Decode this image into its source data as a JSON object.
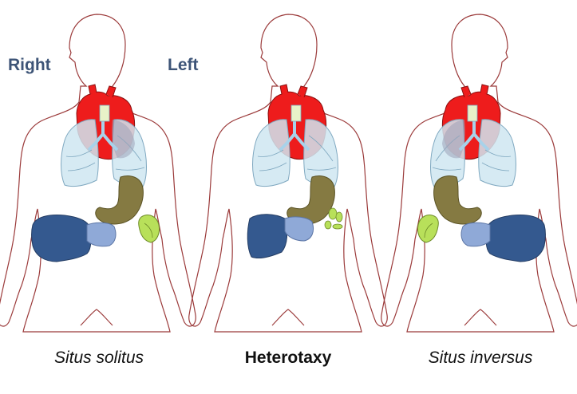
{
  "labels": {
    "right": "Right",
    "left": "Left"
  },
  "panels": [
    {
      "caption": "Situs solitus",
      "style": "italic"
    },
    {
      "caption": "Heterotaxy",
      "style": "bold"
    },
    {
      "caption": "Situs inversus",
      "style": "italic"
    }
  ],
  "colors": {
    "outline": "#9b3a3a",
    "heart": "#ee1c1c",
    "heart_outline": "#8a1010",
    "lung": "#cfe6f1",
    "lung_outline": "#7fa8c0",
    "stomach": "#857a42",
    "liver": "#34598f",
    "gallbladder": "#8fa9d7",
    "spleen": "#b8e05a",
    "trachea": "#a8d2ea",
    "label_text": "#3d5477"
  }
}
